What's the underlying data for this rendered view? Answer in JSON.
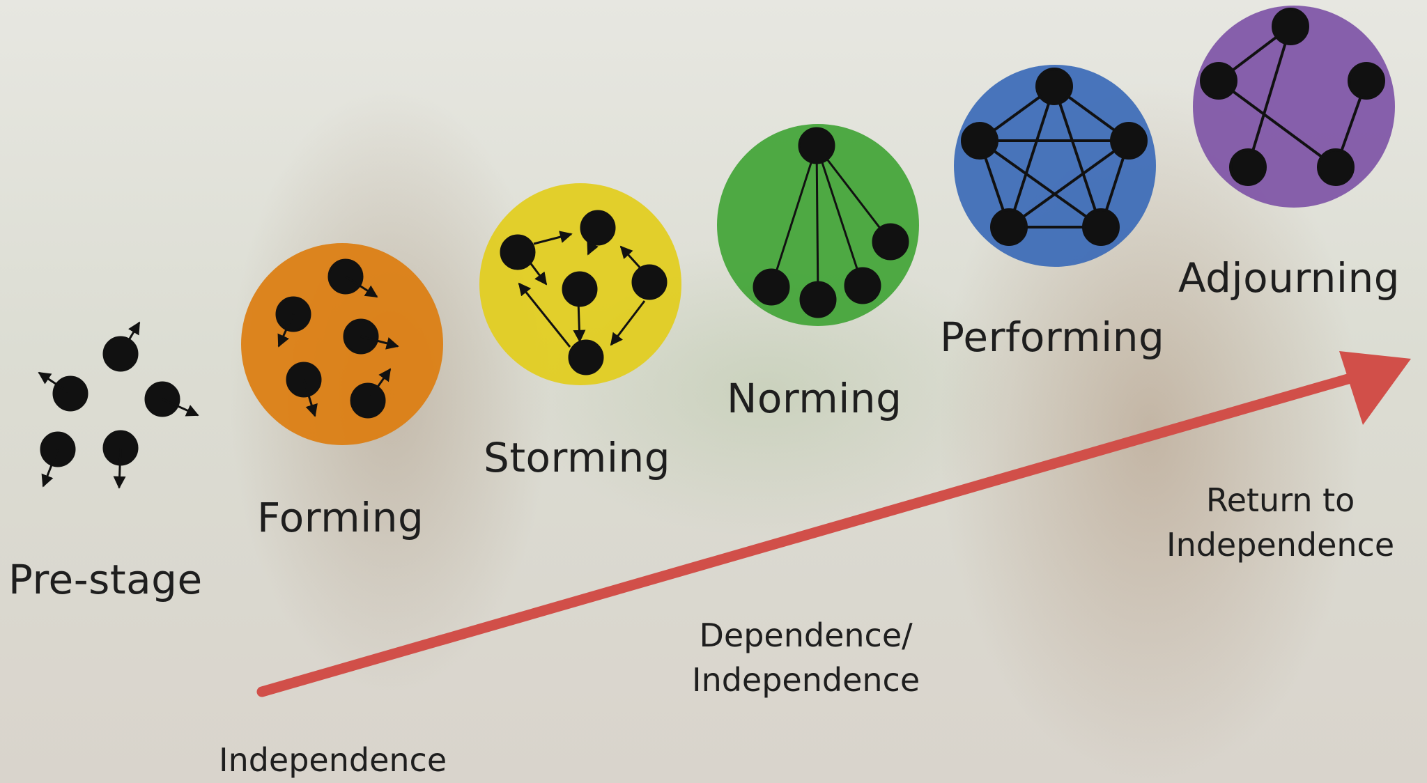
{
  "stages": [
    {
      "name": "Pre-stage",
      "color": null
    },
    {
      "name": "Forming",
      "color": "#dc7d0f"
    },
    {
      "name": "Storming",
      "color": "#e2cd1c"
    },
    {
      "name": "Norming",
      "color": "#41a436"
    },
    {
      "name": "Performing",
      "color": "#3b6ab7"
    },
    {
      "name": "Adjourning",
      "color": "#7e54a6"
    }
  ],
  "phases": {
    "start": "Independence",
    "middle_line1": "Dependence/",
    "middle_line2": "Independence",
    "end_line1": "Return to",
    "end_line2": "Independence"
  },
  "arrow_color": "#d14f49"
}
